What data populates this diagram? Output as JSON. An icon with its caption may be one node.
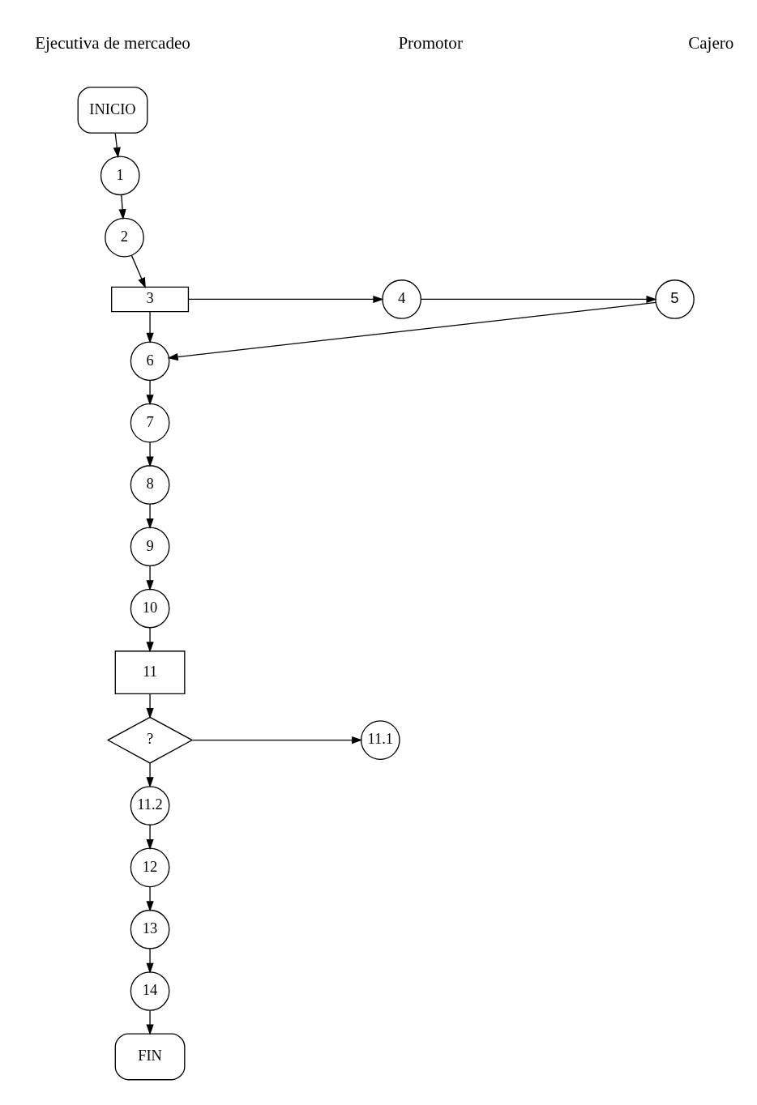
{
  "diagram": {
    "nodes": [
      {
        "text": [
          "INICIO"
        ]
      },
      {
        "text": [
          "1"
        ]
      },
      {
        "text": [
          "2"
        ]
      },
      {
        "text": [
          "3"
        ]
      },
      {
        "text": [
          "4"
        ]
      },
      {
        "text": [
          "5"
        ]
      },
      {
        "text": [
          "6"
        ]
      },
      {
        "text": [
          "7"
        ]
      },
      {
        "text": [
          "8"
        ]
      },
      {
        "text": [
          "9"
        ]
      },
      {
        "text": [
          "10"
        ]
      },
      {
        "text": [
          "11"
        ]
      },
      {
        "text": [
          "?"
        ]
      },
      {
        "text": [
          "11.1"
        ]
      },
      {
        "text": [
          "11.2"
        ]
      },
      {
        "text": [
          "12"
        ]
      },
      {
        "text": [
          "13"
        ]
      },
      {
        "text": [
          "14"
        ]
      },
      {
        "text": [
          "FIN"
        ]
      }
    ],
    "edges": [
      {
        "from": 0,
        "to": 1,
        "arrow": "to"
      },
      {
        "from": 1,
        "to": 2,
        "arrow": "to"
      },
      {
        "from": 2,
        "to": 3,
        "arrow": "to"
      },
      {
        "from": 3,
        "to": 4,
        "arrow": "to"
      },
      {
        "from": 4,
        "to": 5,
        "arrow": "to"
      },
      {
        "from": 3,
        "to": 6,
        "arrow": "to"
      },
      {
        "from": 5,
        "to": 6,
        "arrow": "to"
      },
      {
        "from": 6,
        "to": 7,
        "arrow": "to"
      },
      {
        "from": 7,
        "to": 8,
        "arrow": "to"
      },
      {
        "from": 8,
        "to": 9,
        "arrow": "to"
      },
      {
        "from": 9,
        "to": 10,
        "arrow": "to"
      },
      {
        "from": 10,
        "to": 11,
        "arrow": "to"
      },
      {
        "from": 11,
        "to": 12,
        "arrow": "to"
      },
      {
        "from": 12,
        "to": 13,
        "arrow": "to"
      },
      {
        "from": 12,
        "to": 14,
        "arrow": "to"
      },
      {
        "from": 14,
        "to": 15,
        "arrow": "to"
      },
      {
        "from": 15,
        "to": 16,
        "arrow": "to"
      },
      {
        "from": 16,
        "to": 17,
        "arrow": "to"
      },
      {
        "from": 17,
        "to": 18,
        "arrow": "to"
      }
    ],
    "labels": [
      "Ejecutiva de mercadeo",
      "Promotor",
      "Cajero"
    ]
  }
}
